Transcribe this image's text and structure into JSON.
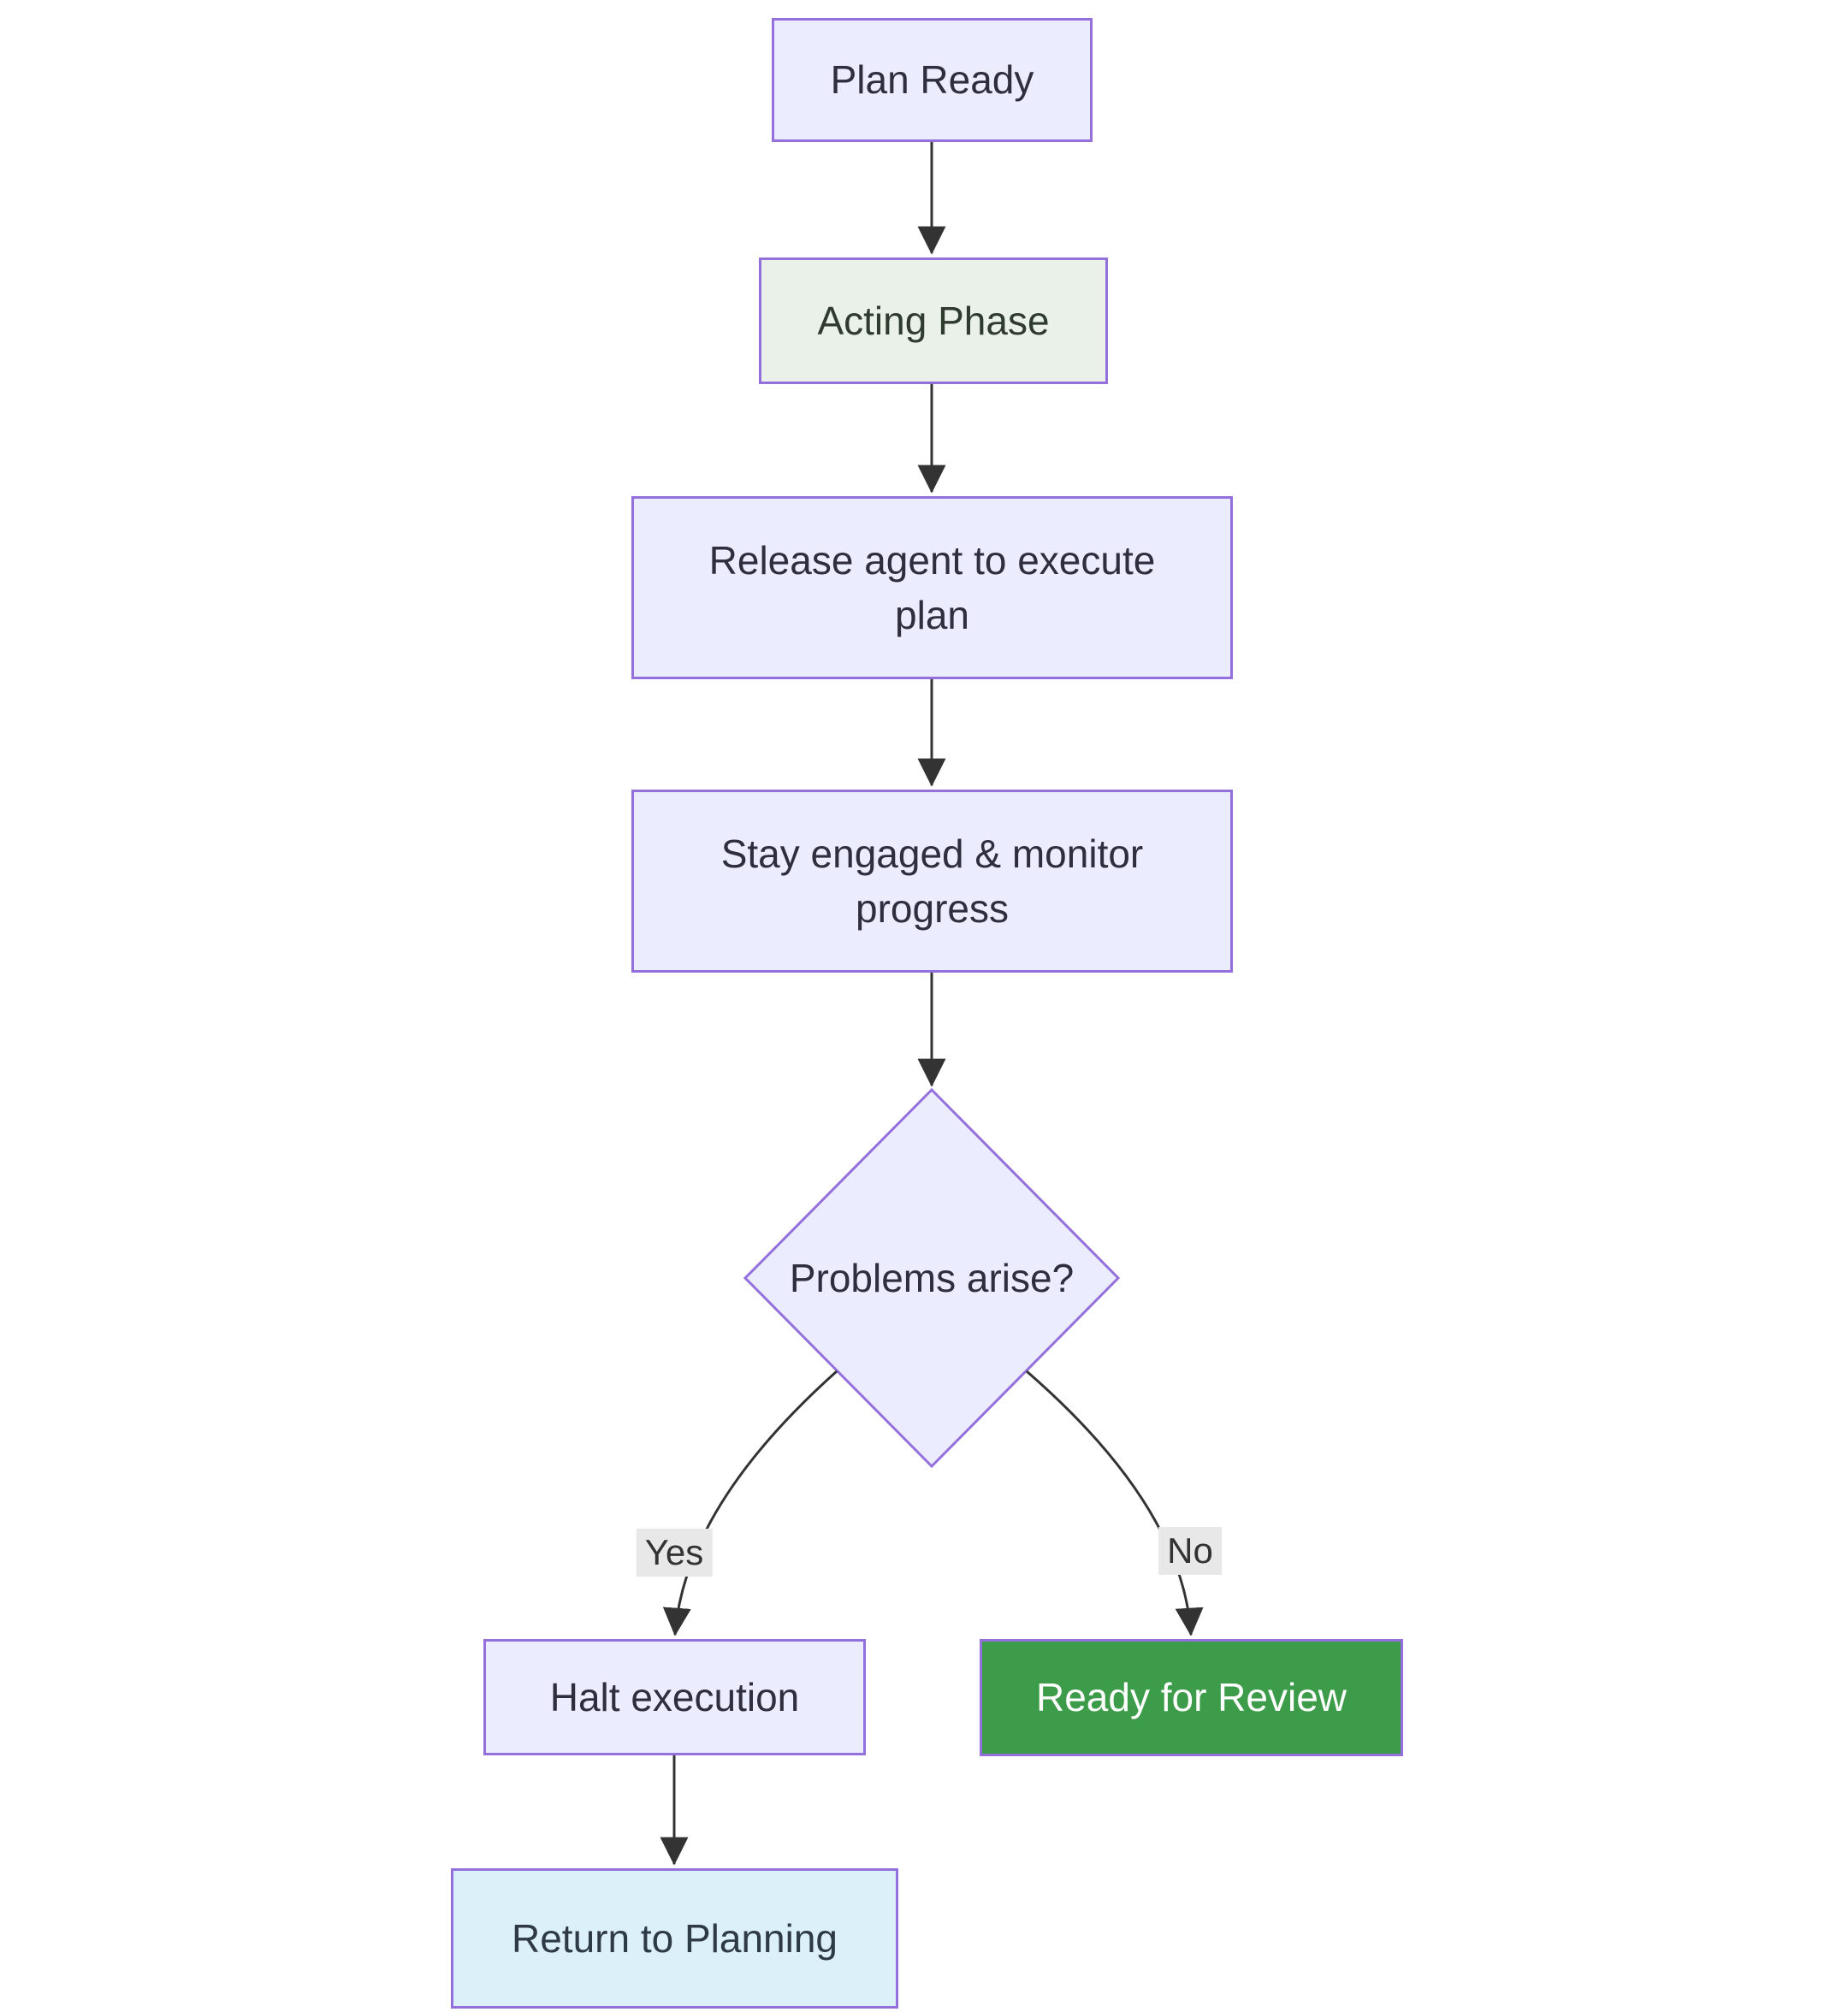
{
  "diagram": {
    "type": "flowchart",
    "direction": "top-down",
    "nodes": {
      "plan_ready": {
        "label": "Plan Ready",
        "shape": "rect",
        "fill": "#ECECFF",
        "border": "#9370DB",
        "text_color": "#2e2e3e"
      },
      "acting_phase": {
        "label": "Acting Phase",
        "shape": "rect",
        "fill": "#E9F1E9",
        "border": "#9370DB",
        "text_color": "#2f3b2f"
      },
      "release": {
        "label": "Release agent to execute plan",
        "shape": "rect",
        "fill": "#ECECFF",
        "border": "#9370DB",
        "text_color": "#2e2e3e"
      },
      "monitor": {
        "label": "Stay engaged & monitor progress",
        "shape": "rect",
        "fill": "#ECECFF",
        "border": "#9370DB",
        "text_color": "#2e2e3e"
      },
      "problems": {
        "label": "Problems arise?",
        "shape": "diamond",
        "fill": "#ECECFF",
        "border": "#9370DB",
        "text_color": "#2e2e3e"
      },
      "halt": {
        "label": "Halt execution",
        "shape": "rect",
        "fill": "#ECECFF",
        "border": "#9370DB",
        "text_color": "#2e2e3e"
      },
      "review": {
        "label": "Ready for Review",
        "shape": "rect",
        "fill": "#3D9C49",
        "border": "#9370DB",
        "text_color": "#ffffff"
      },
      "return_planning": {
        "label": "Return to Planning",
        "shape": "rect",
        "fill": "#DCF0FA",
        "border": "#9370DB",
        "text_color": "#2e3a47"
      }
    },
    "edges": [
      {
        "from": "plan_ready",
        "to": "acting_phase",
        "label": ""
      },
      {
        "from": "acting_phase",
        "to": "release",
        "label": ""
      },
      {
        "from": "release",
        "to": "monitor",
        "label": ""
      },
      {
        "from": "monitor",
        "to": "problems",
        "label": ""
      },
      {
        "from": "problems",
        "to": "halt",
        "label": "Yes"
      },
      {
        "from": "problems",
        "to": "review",
        "label": "No"
      },
      {
        "from": "halt",
        "to": "return_planning",
        "label": ""
      }
    ],
    "edge_labels": {
      "yes": "Yes",
      "no": "No"
    },
    "edge_color": "#333333",
    "edge_label_bg": "#e8e8e8"
  }
}
